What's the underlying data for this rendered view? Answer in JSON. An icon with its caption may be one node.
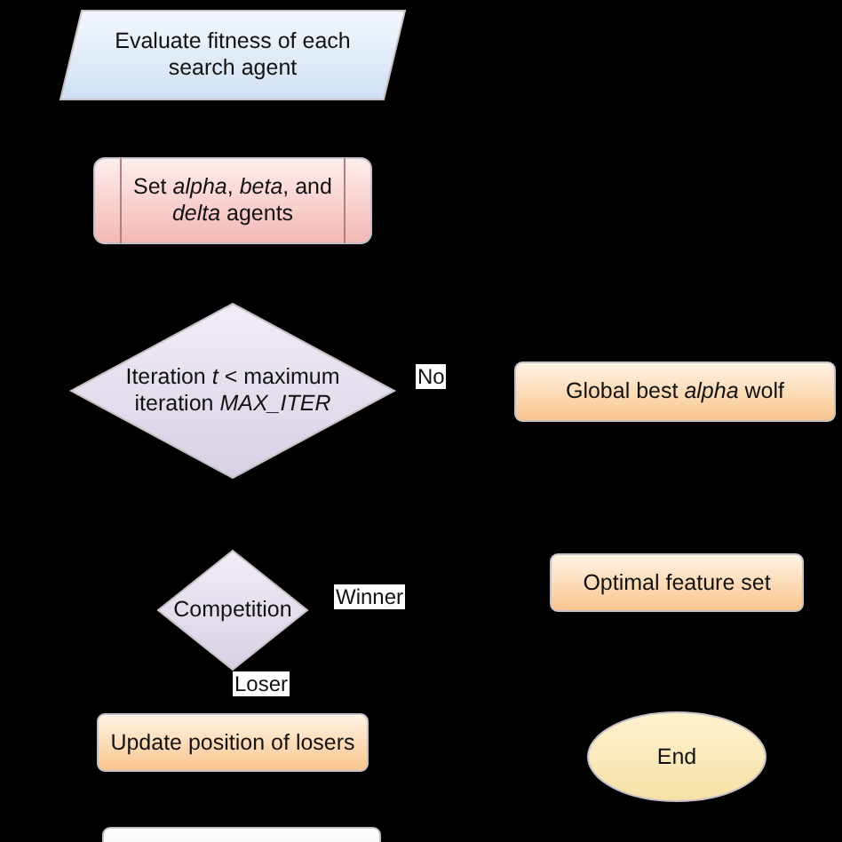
{
  "diagram": {
    "nodes": [
      {
        "text": [
          "Evaluate fitness of each search agent"
        ]
      },
      {
        "text": [
          "Set *alpha*, *beta*, and *delta* agents"
        ]
      },
      {
        "text": [
          "Iteration *t*  < maximum iteration *MAX_ITER*"
        ]
      },
      {
        "text": [
          "Global best *alpha* wolf"
        ]
      },
      {
        "text": [
          "Competition"
        ]
      },
      {
        "text": [
          "Optimal feature set"
        ]
      },
      {
        "text": [
          "Update position of losers"
        ]
      },
      {
        "text": [
          "End"
        ]
      },
      {
        "text": [],
        "shape": "box"
      }
    ],
    "labels": [
      "No",
      "Winner",
      "Loser"
    ]
  }
}
